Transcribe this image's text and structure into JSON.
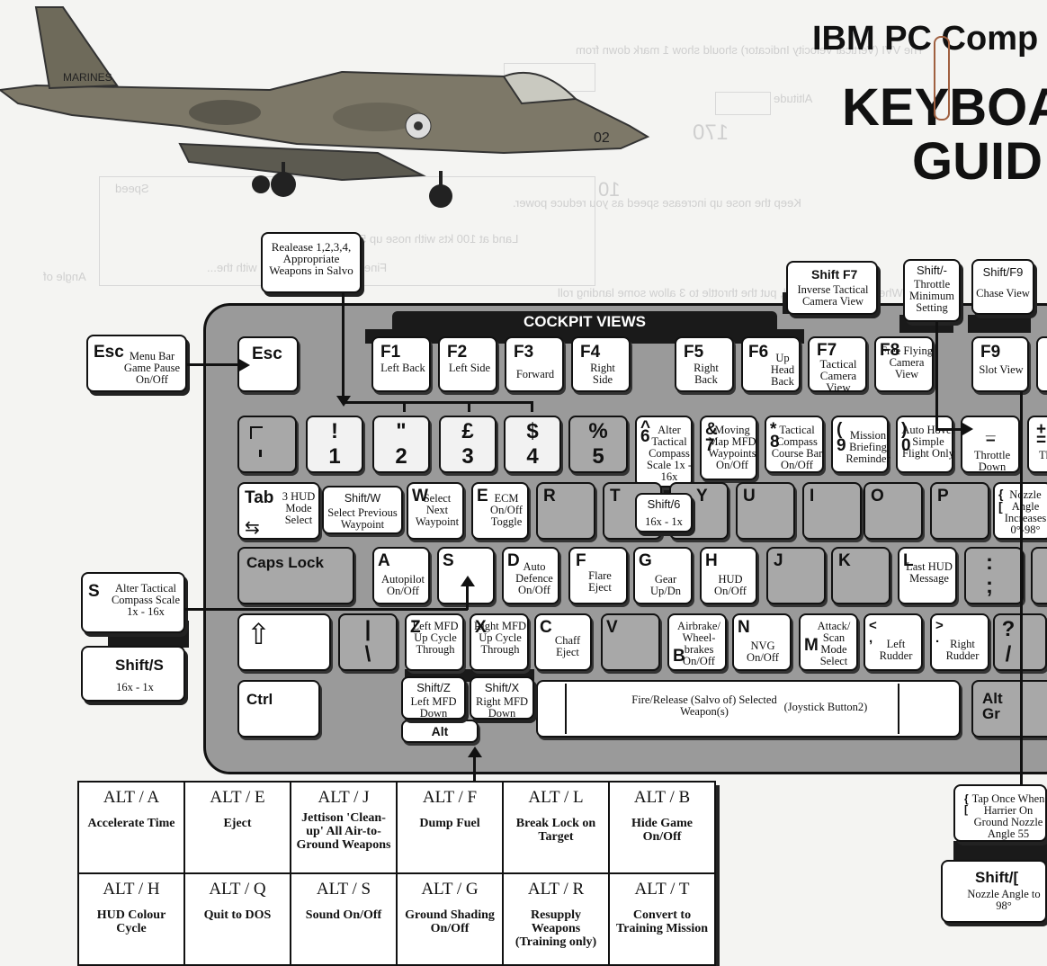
{
  "header": {
    "brand": "IBM PC Comp",
    "title_line1": "KEYBOA",
    "title_line2": "GUID"
  },
  "plane": {
    "marking": "MARINES",
    "number": "02"
  },
  "bleed": {
    "line1": "The VVI (Vertical Velocity Indicator) should show 1 mark down from",
    "line2": "Keep the nose up increase speed as you reduce power.",
    "line3": "Land at 100 kts with nose up 5",
    "line4": "Fine adjust your position with the...",
    "line5": "When you have landed, put the throttle to 3 allow some landing roll",
    "n170": "170",
    "n10": "10",
    "alt": "Altitude",
    "speed": "Speed",
    "angle": "Angle of"
  },
  "section": {
    "cockpit_views": "COCKPIT VIEWS"
  },
  "callouts": {
    "release": "Realease 1,2,3,4, Appropriate Weapons in Salvo",
    "esc_key": "Esc",
    "esc_desc": "Menu Bar Game Pause On/Off",
    "shiftf7_key": "Shift F7",
    "shiftf7_desc": "Inverse Tactical Camera View",
    "shiftminus_key": "Shift/-",
    "shiftminus_desc": "Throttle Minimum Setting",
    "shiftf9_key": "Shift/F9",
    "shiftf9_desc": "Chase View",
    "s_key": "S",
    "s_desc": "Alter Tactical Compass Scale 1x - 16x",
    "shifts_key": "Shift/S",
    "shifts_desc": "16x - 1x",
    "shift6_key": "Shift/6",
    "shift6_desc": "16x - 1x",
    "shiftz_key": "Shift/Z",
    "shiftz_desc": "Left MFD Down",
    "shiftx_key": "Shift/X",
    "shiftx_desc": "Right MFD Down",
    "alt_under": "Alt",
    "tap_key": "{ [",
    "tap_desc": "Tap Once When Harrier On Ground Nozzle Angle 55",
    "shiftbr_key": "Shift/[",
    "shiftbr_desc": "Nozzle Angle to 98°"
  },
  "keys": {
    "esc": "Esc",
    "f1": "F1",
    "f1d": "Left Back",
    "f2": "F2",
    "f2d": "Left Side",
    "f3": "F3",
    "f3d": "Forward",
    "f4": "F4",
    "f4d": "Right Side",
    "f5": "F5",
    "f5d": "Right Back",
    "f6": "F6",
    "f6d": "Up Head Back",
    "f7": "F7",
    "f7d": "Tactical Camera View",
    "f8": "F8",
    "f8d": "Free Flying Camera View",
    "f9": "F9",
    "f9d": "Slot View",
    "n1t": "!",
    "n1": "1",
    "n2t": "\"",
    "n2": "2",
    "n3t": "£",
    "n3": "3",
    "n4t": "$",
    "n4": "4",
    "n5t": "%",
    "n5": "5",
    "n6t": "^",
    "n6": "6",
    "n6d": "Alter Tactical Compass Scale 1x - 16x",
    "n7t": "&",
    "n7": "7",
    "n7d": "Moving Map MFD Waypoints On/Off",
    "n8t": "*",
    "n8": "8",
    "n8d": "Tactical Compass Course Bar On/Off",
    "n9t": "(",
    "n9": "9",
    "n9d": "Mission Briefing Reminder",
    "n0t": ")",
    "n0": "0",
    "n0d": "Auto Hover Simple Flight Only",
    "minus_t": "_",
    "minus": "–",
    "minus_d": "Throttle Down",
    "eq_t": "+",
    "eq": "=",
    "eq_d": "Th",
    "tab": "Tab",
    "tab_d": "3 HUD Mode Select",
    "shiftw": "Shift/W",
    "shiftw_d": "Select Previous Waypoint",
    "w": "W",
    "w_d": "Select Next Waypoint",
    "e": "E",
    "e_d": "ECM On/Off Toggle",
    "r": "R",
    "t": "T",
    "y": "Y",
    "u": "U",
    "i": "I",
    "o": "O",
    "p": "P",
    "brace_t": "{",
    "brace": "[",
    "brace_d": "Nozzle Angle Increases 0°-98°",
    "caps": "Caps Lock",
    "a": "A",
    "a_d": "Autopilot On/Off",
    "s": "S",
    "d": "D",
    "d_d": "Auto Defence On/Off",
    "f": "F",
    "f_d": "Flare Eject",
    "g": "G",
    "g_d": "Gear Up/Dn",
    "h": "H",
    "h_d": "HUD On/Off",
    "j": "J",
    "k": "K",
    "l": "L",
    "l_d": "Last HUD Message",
    "colon_t": ":",
    "colon": ";",
    "shift": "⇧",
    "pipe_t": "|",
    "pipe": "\\",
    "z": "Z",
    "z_d": "Left MFD Up Cycle Through",
    "x": "X",
    "x_d": "Right MFD Up Cycle Through",
    "c": "C",
    "c_d": "Chaff Eject",
    "v": "V",
    "b": "B",
    "b_d": "Airbrake/ Wheel-brakes On/Off",
    "n": "N",
    "n_d": "NVG On/Off",
    "m": "M",
    "m_d": "Attack/ Scan Mode Select",
    "lt_t": "<",
    "lt": ",",
    "lt_d": "Left Rudder",
    "gt_t": ">",
    "gt": ".",
    "gt_d": "Right Rudder",
    "q_t": "?",
    "q": "/",
    "ctrl": "Ctrl",
    "space_d": "Fire/Release (Salvo of) Selected Weapon(s)",
    "space_d2": "(Joystick Button2)",
    "altgr": "Alt Gr"
  },
  "alt_table": [
    {
      "key": "ALT / A",
      "desc": "Accelerate Time"
    },
    {
      "key": "ALT / E",
      "desc": "Eject"
    },
    {
      "key": "ALT / J",
      "desc": "Jettison 'Clean-up' All Air-to-Ground Weapons"
    },
    {
      "key": "ALT / F",
      "desc": "Dump Fuel"
    },
    {
      "key": "ALT / L",
      "desc": "Break Lock on Target"
    },
    {
      "key": "ALT / B",
      "desc": "Hide Game On/Off"
    },
    {
      "key": "ALT / H",
      "desc": "HUD Colour Cycle"
    },
    {
      "key": "ALT / Q",
      "desc": "Quit to DOS"
    },
    {
      "key": "ALT / S",
      "desc": "Sound On/Off"
    },
    {
      "key": "ALT / G",
      "desc": "Ground Shading On/Off"
    },
    {
      "key": "ALT / R",
      "desc": "Resupply Weapons (Training only)"
    },
    {
      "key": "ALT / T",
      "desc": "Convert to Training Mission"
    }
  ]
}
